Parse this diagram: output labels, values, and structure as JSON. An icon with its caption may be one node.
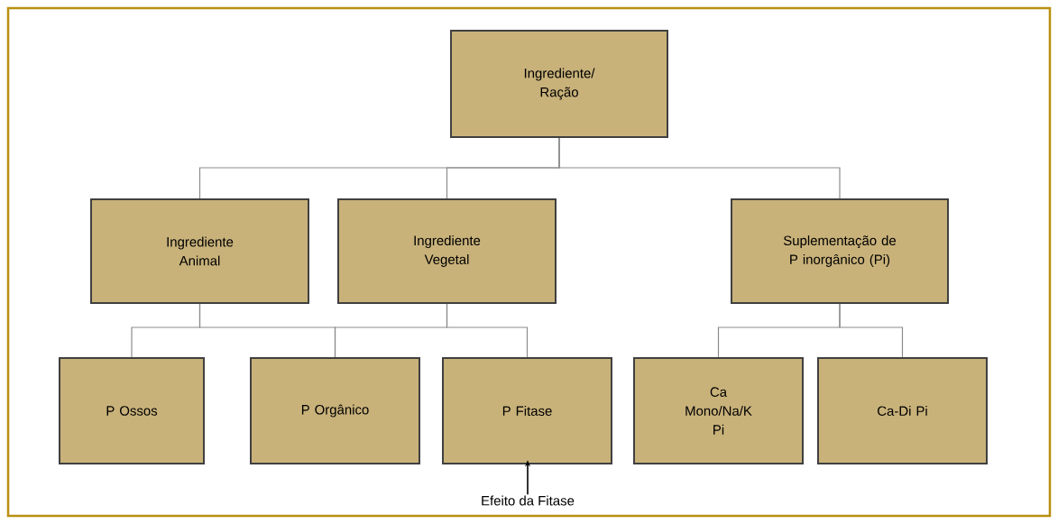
{
  "diagram": {
    "nodes": [
      {
        "text": [
          "Ingrediente/ Ração"
        ]
      },
      {
        "text": [
          "Ingrediente Animal"
        ]
      },
      {
        "text": [
          "Ingrediente Vegetal"
        ]
      },
      {
        "text": [
          "Suplementação de P inorgânico (Pi)"
        ]
      },
      {
        "text": [
          "P Ossos"
        ]
      },
      {
        "text": [
          "P Orgânico"
        ]
      },
      {
        "text": [
          "P Fitase"
        ]
      },
      {
        "text": [
          "Ca Mono/Na/K Pi"
        ]
      },
      {
        "text": [
          "Ca-Di Pi"
        ]
      },
      {
        "text": [
          "Efeito da Fitase"
        ]
      }
    ],
    "edges": [
      {
        "from": 0,
        "to": 1,
        "arrow": "none"
      },
      {
        "from": 0,
        "to": 2,
        "arrow": "none"
      },
      {
        "from": 0,
        "to": 3,
        "arrow": "none"
      },
      {
        "from": 1,
        "to": 4,
        "arrow": "none"
      },
      {
        "from": 1,
        "to": 5,
        "arrow": "none"
      },
      {
        "from": 2,
        "to": 5,
        "arrow": "none"
      },
      {
        "from": 2,
        "to": 6,
        "arrow": "none"
      },
      {
        "from": 3,
        "to": 7,
        "arrow": "none"
      },
      {
        "from": 3,
        "to": 8,
        "arrow": "none"
      },
      {
        "from": 9,
        "to": 6,
        "arrow": "to",
        "color": "#000000"
      }
    ]
  }
}
